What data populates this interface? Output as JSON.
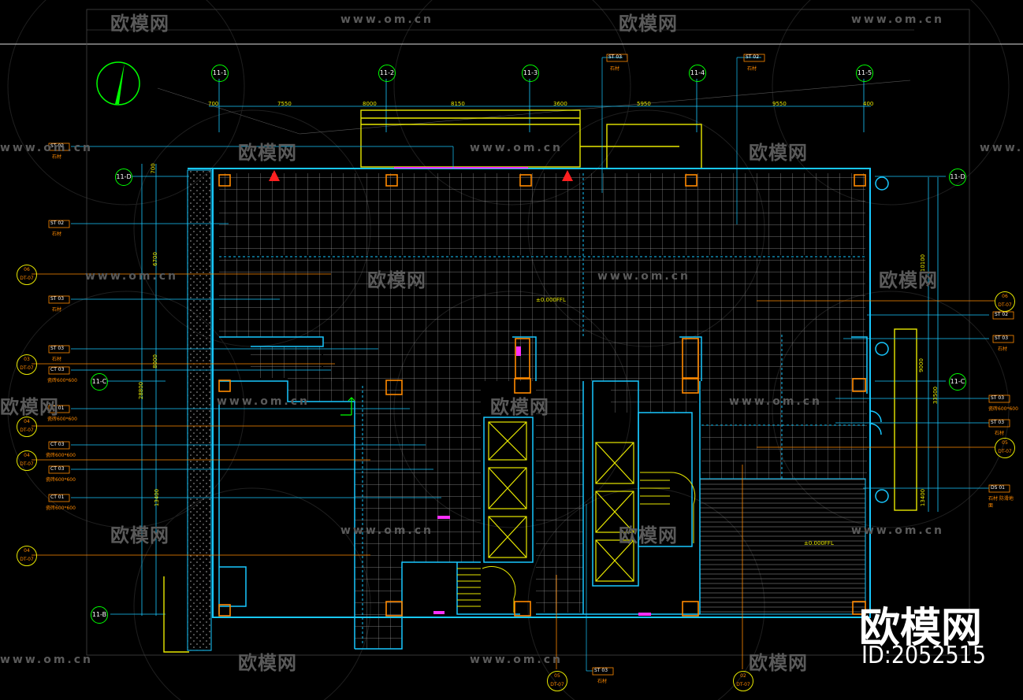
{
  "watermark": {
    "brand": "欧模网",
    "url": "www.om.cn",
    "id": "ID:2052515"
  },
  "grid_bubbles_top": [
    "11-1",
    "11-2",
    "11-3",
    "11-4",
    "11-5"
  ],
  "grid_bubbles_side": [
    "11-D",
    "11-C",
    "11-B"
  ],
  "dims_top": [
    "700",
    "7550",
    "8000",
    "8150",
    "3600",
    "5950",
    "9550",
    "400"
  ],
  "dims_left": [
    "700",
    "6700",
    "8000",
    "28800",
    "13400"
  ],
  "dims_right": [
    "10100",
    "9000",
    "33500",
    "13400"
  ],
  "material_tags_left": [
    {
      "code": "ST 02",
      "note": "石材"
    },
    {
      "code": "ST 02",
      "note": "石材"
    },
    {
      "code": "ST 03",
      "note": "石材"
    },
    {
      "code": "ST 03",
      "note": "石材"
    },
    {
      "code": "CT 03",
      "note": "瓷砖600*600"
    },
    {
      "code": "CT 01",
      "note": "瓷砖600*600"
    },
    {
      "code": "CT 03",
      "note": "瓷砖600*600"
    },
    {
      "code": "CT 03",
      "note": "瓷砖600*600"
    },
    {
      "code": "CT 01",
      "note": "瓷砖600*600"
    }
  ],
  "material_tags_top": [
    {
      "code": "ST 03",
      "note": "石材"
    },
    {
      "code": "ST 02",
      "note": "石材"
    }
  ],
  "material_tags_right": [
    {
      "code": "ST 02",
      "note": "石材"
    },
    {
      "code": "ST 03",
      "note": "石材"
    },
    {
      "code": "ST 03",
      "note": "瓷砖600*600"
    },
    {
      "code": "ST 03",
      "note": "石材"
    },
    {
      "code": "DS 01",
      "note": "石材 防滑地面"
    }
  ],
  "material_tag_bottom": {
    "code": "ST 03",
    "note": "石材"
  },
  "section_bubbles_left": [
    {
      "top": "06",
      "bottom": "DT-07"
    },
    {
      "top": "03",
      "bottom": "DT-07"
    },
    {
      "top": "04",
      "bottom": "DT-07"
    },
    {
      "top": "04",
      "bottom": "DT-07"
    },
    {
      "top": "04",
      "bottom": "DT-07"
    }
  ],
  "section_bubbles_right": [
    {
      "top": "06",
      "bottom": "DT-07"
    },
    {
      "top": "05",
      "bottom": "DT-07"
    }
  ],
  "section_bubbles_bottom": [
    {
      "top": "05",
      "bottom": "DT-07"
    },
    {
      "top": "02",
      "bottom": "DT-07"
    }
  ],
  "level_marks": [
    "±0.000FFL",
    "±0.000FFL"
  ]
}
